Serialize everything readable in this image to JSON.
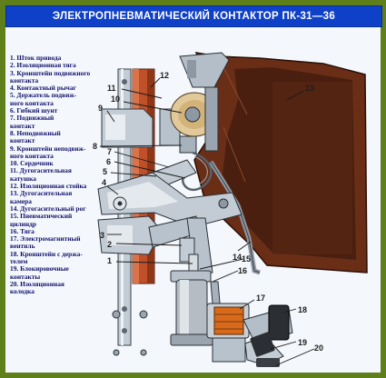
{
  "title": "ЭЛЕКТРОПНЕВМАТИЧЕСКИЙ   КОНТАКТОР   ПК-31—36",
  "legend": [
    "1. Шток привода",
    "2. Изоляционная тяга",
    "3. Кронштейн подвижного",
    "контакта",
    "4. Контактный рычаг",
    "5. Держатель подвиж-",
    "ного контакта",
    "6. Гибкий шунт",
    "7. Подвижный",
    "контакт",
    "8. Неподвижный",
    "контакт",
    "9. Кронштейн неподвиж-",
    "ного контакта",
    "10. Сердечник",
    "11. Дугогасительная",
    "катушка",
    "12. Изоляционная стойка",
    "13. Дугогасительная",
    "камера",
    "14. Дугогасительный рог",
    "15. Пневматический",
    "цилиндр",
    "16. Тяга",
    "17. Электромагнитный",
    "вентиль",
    "18. Кронштейн с держа-",
    "телем",
    "19. Блокировочные",
    "контакты",
    "20. Изоляционная",
    "колодка"
  ],
  "callouts": [
    "1",
    "2",
    "3",
    "4",
    "5",
    "6",
    "7",
    "8",
    "9",
    "10",
    "11",
    "12",
    "13",
    "14",
    "15",
    "16",
    "17",
    "18",
    "19",
    "20"
  ],
  "colors": {
    "background": "#5f7f1a",
    "title_bar": "#0f40c8",
    "panel": "#f4f7fb",
    "legend_text": "#10116d",
    "arc_chute": "#5b2a16",
    "insulating_post": "#c0502a",
    "steel": "#a8b4c0",
    "coil": "#d86a1c"
  }
}
